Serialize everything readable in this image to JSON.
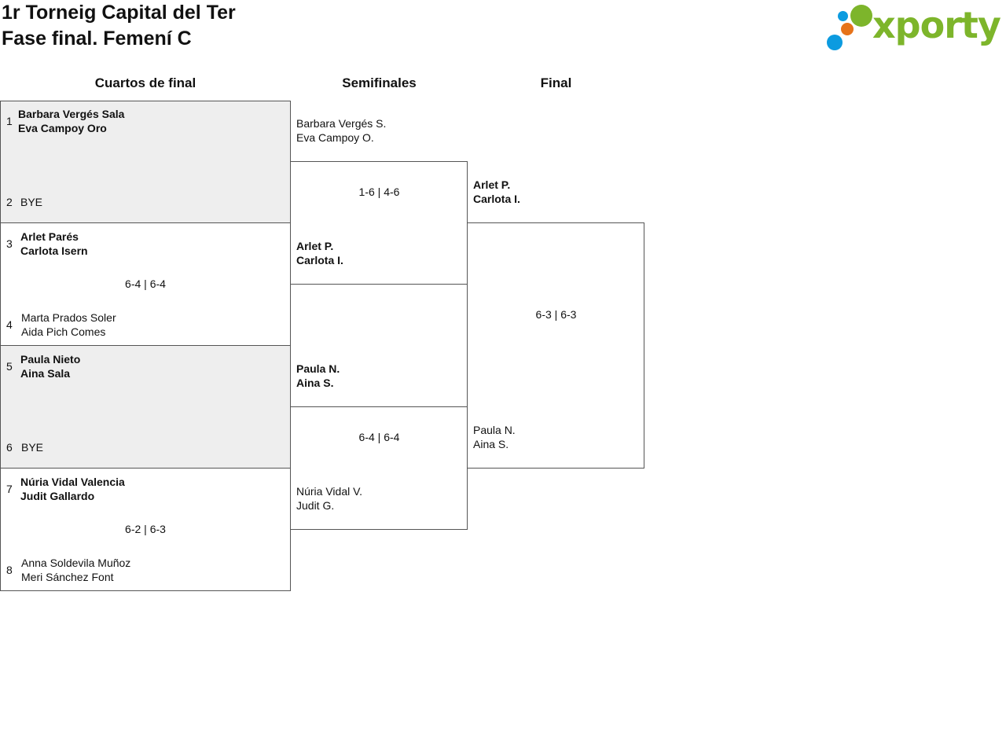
{
  "header": {
    "title_line1": "1r Torneig Capital del Ter",
    "title_line2": "Fase final. Femení C"
  },
  "brand": {
    "logo_text": "xporty",
    "green": "#7db52b",
    "blue": "#0c9be0",
    "orange": "#e6731a"
  },
  "rounds": {
    "quarters": "Cuartos de final",
    "semis": "Semifinales",
    "final": "Final"
  },
  "quarterfinals": [
    {
      "top": {
        "seed": "1",
        "line1": "Barbara Vergés Sala",
        "line2": "Eva Campoy Oro",
        "winner": true
      },
      "bottom": {
        "seed": "2",
        "line1": "BYE",
        "line2": "",
        "winner": false
      },
      "score": "",
      "shaded": true
    },
    {
      "top": {
        "seed": "3",
        "line1": "Arlet Parés",
        "line2": "Carlota Isern",
        "winner": true
      },
      "bottom": {
        "seed": "4",
        "line1": "Marta Prados Soler",
        "line2": "Aida Pich Comes",
        "winner": false
      },
      "score": "6-4 | 6-4",
      "shaded": false
    },
    {
      "top": {
        "seed": "5",
        "line1": "Paula Nieto",
        "line2": "Aina Sala",
        "winner": true
      },
      "bottom": {
        "seed": "6",
        "line1": "BYE",
        "line2": "",
        "winner": false
      },
      "score": "",
      "shaded": true
    },
    {
      "top": {
        "seed": "7",
        "line1": "Núria Vidal Valencia",
        "line2": "Judit Gallardo",
        "winner": true
      },
      "bottom": {
        "seed": "8",
        "line1": "Anna Soldevila Muñoz",
        "line2": "Meri Sánchez Font",
        "winner": false
      },
      "score": "6-2 | 6-3",
      "shaded": false
    }
  ],
  "semifinals": [
    {
      "top": {
        "line1": "Barbara Vergés S.",
        "line2": "Eva Campoy O.",
        "winner": false
      },
      "bottom": {
        "line1": "Arlet P.",
        "line2": "Carlota I.",
        "winner": true
      },
      "score": "1-6 | 4-6"
    },
    {
      "top": {
        "line1": "Paula N.",
        "line2": "Aina S.",
        "winner": true
      },
      "bottom": {
        "line1": "Núria Vidal V.",
        "line2": "Judit G.",
        "winner": false
      },
      "score": "6-4 | 6-4"
    }
  ],
  "final": {
    "top": {
      "line1": "Arlet P.",
      "line2": "Carlota I.",
      "winner": true
    },
    "bottom": {
      "line1": "Paula N.",
      "line2": "Aina S.",
      "winner": false
    },
    "score": "6-3 | 6-3"
  }
}
